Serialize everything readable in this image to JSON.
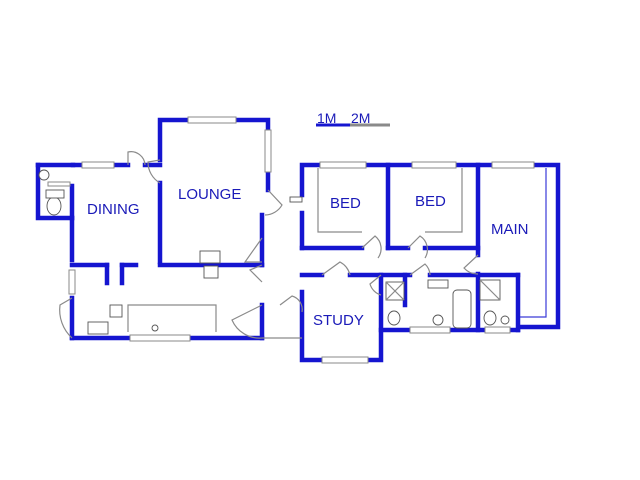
{
  "rooms": {
    "dining": "DINING",
    "lounge": "LOUNGE",
    "bed1": "BED",
    "bed2": "BED",
    "main": "MAIN",
    "study": "STUDY"
  },
  "scale": {
    "label_1": "1M",
    "label_2": "2M"
  },
  "colors": {
    "walls": "#1515d0",
    "labels": "#1a1ab8",
    "fixtures": "#8a8a8a"
  }
}
